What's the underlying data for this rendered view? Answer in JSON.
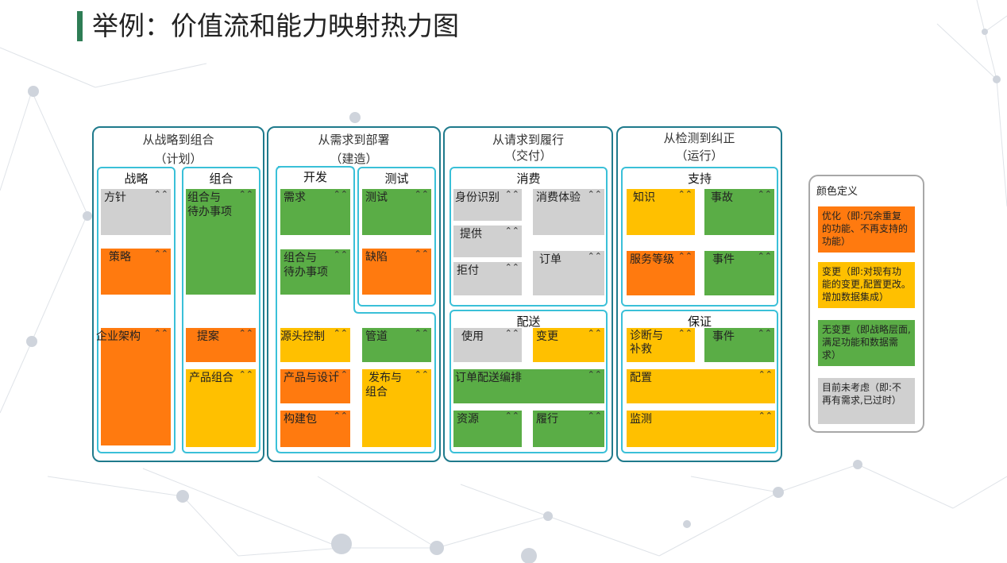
{
  "title": "举例：价值流和能力映射热力图",
  "colors": {
    "orange": "#ff7a0f",
    "yellow": "#ffc000",
    "green": "#5aad46",
    "gray": "#d0d0d0",
    "panel_border": "#1f7a8c",
    "sub_border": "#3ac0d8"
  },
  "icons": {
    "expand": "chevron-up-double-icon"
  },
  "panels": [
    {
      "title1": "从战略到组合",
      "title2": "（计划）",
      "subs": [
        {
          "title": "战略"
        },
        {
          "title": "组合"
        }
      ]
    },
    {
      "title1": "从需求到部署",
      "title2": "（建造）",
      "subs": [
        {
          "title": "开发"
        },
        {
          "title": "测试"
        }
      ]
    },
    {
      "title1": "从请求到履行",
      "title2": "（交付）",
      "subs": [
        {
          "title": "消费"
        },
        {
          "title": "配送"
        }
      ]
    },
    {
      "title1": "从检测到纠正",
      "title2": "（运行）",
      "subs": [
        {
          "title": "支持"
        },
        {
          "title": "保证"
        }
      ]
    }
  ],
  "cells": {
    "fangzhen": "方针",
    "celue": "策略",
    "qiyejiagou": "企业架构",
    "zuhe_daiban": "组合与\n待办事项",
    "tian": "提案",
    "chanpinzuhe": "产品组合",
    "xuqiu": "需求",
    "kf_zuhe_daiban": "组合与\n待办事项",
    "yuantoukongzhi": "源头控制",
    "chanpinsheji": "产品与设计",
    "goujianbao": "构建包",
    "ceshi": "测试",
    "quexian": "缺陷",
    "guandao": "管道",
    "fabuzuhe": "发布与\n组合",
    "shenfen": "身份识别",
    "tigong": "提供",
    "jufu": "拒付",
    "xiaofeitiyan": "消费体验",
    "dingdan": "订单",
    "shiyong": "使用",
    "biangeng": "变更",
    "dingdanpeisong": "订单配送编排",
    "ziyuan": "资源",
    "lvxing": "履行",
    "zhishi": "知识",
    "fuwudengji": "服务等级",
    "shigu1": "事故",
    "shijian1": "事件",
    "zhenduan": "诊断与\n补救",
    "shijian2": "事件",
    "peizhi": "配置",
    "jiance": "监测"
  },
  "legend": {
    "title": "颜色定义",
    "items": [
      {
        "text": "优化（即:冗余重复的功能、不再支持的功能）"
      },
      {
        "text": "变更（即:对现有功能的变更,配置更改。增加数据集成）"
      },
      {
        "text": "无变更（即战略层面,满足功能和数据需求）"
      },
      {
        "text": "目前未考虑（即:不再有需求,已过时）"
      }
    ]
  }
}
